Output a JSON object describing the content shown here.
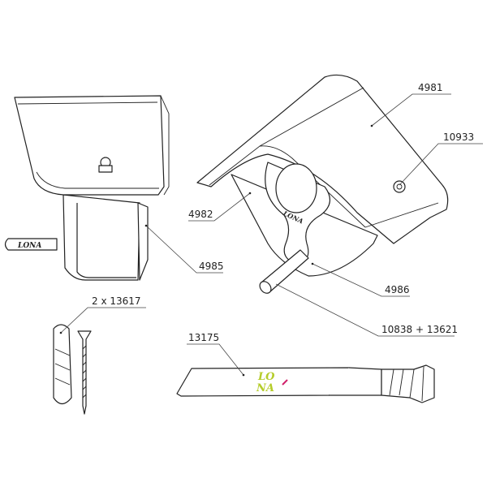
{
  "labels": {
    "part_4981": "4981",
    "part_10933": "10933",
    "part_4982": "4982",
    "part_4985": "4985",
    "part_4986": "4986",
    "part_10838_13621": "10838 + 13621",
    "part_13617": "2 x 13617",
    "part_13175": "13175"
  },
  "logos": {
    "brand": "LONA",
    "strap_line1": "LO",
    "strap_line2": "NA"
  },
  "colors": {
    "logo_green": "#b5cc2a",
    "logo_accent": "#d0206a"
  }
}
